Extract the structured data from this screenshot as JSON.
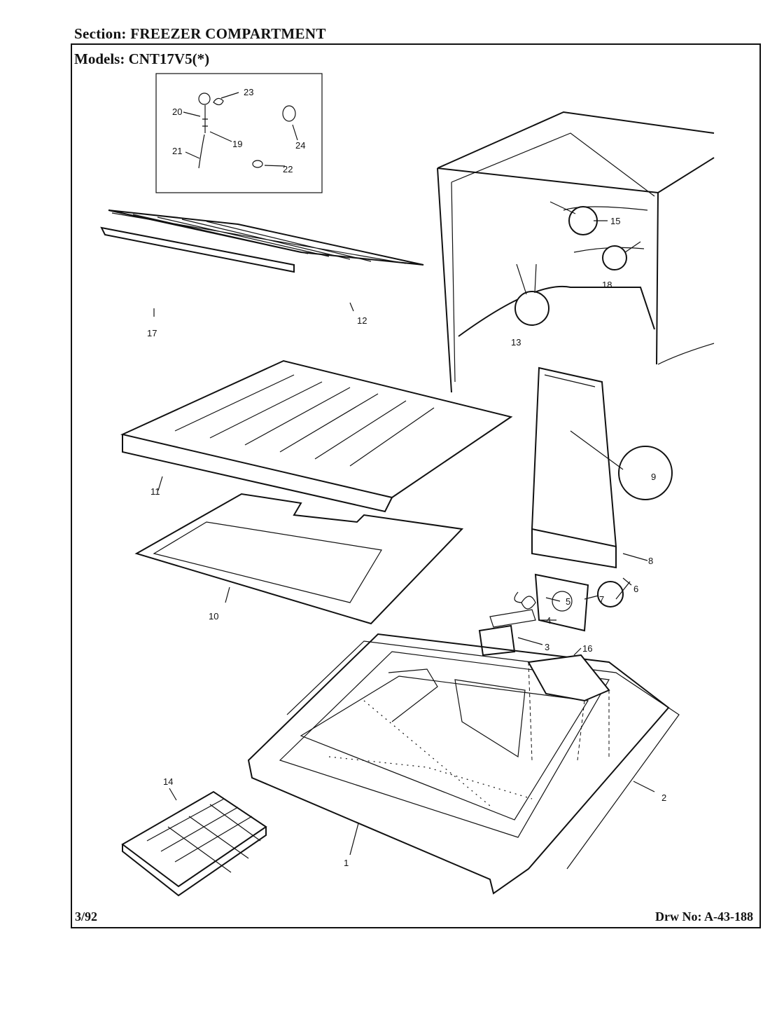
{
  "header": {
    "section_label": "Section:",
    "section_value": "FREEZER COMPARTMENT",
    "models_label": "Models:",
    "models_value": "CNT17V5(*)"
  },
  "footer": {
    "date": "3/92",
    "drawing_label": "Drw No:",
    "drawing_number": "A-43-188"
  },
  "parts": {
    "p1": "1",
    "p2": "2",
    "p3": "3",
    "p4": "4",
    "p5": "5",
    "p6": "6",
    "p7": "7",
    "p8": "8",
    "p9": "9",
    "p10": "10",
    "p11": "11",
    "p12": "12",
    "p13": "13",
    "p14": "14",
    "p15": "15",
    "p16": "16",
    "p17": "17",
    "p18": "18",
    "p19": "19",
    "p20": "20",
    "p21": "21",
    "p22": "22",
    "p23": "23",
    "p24": "24"
  }
}
